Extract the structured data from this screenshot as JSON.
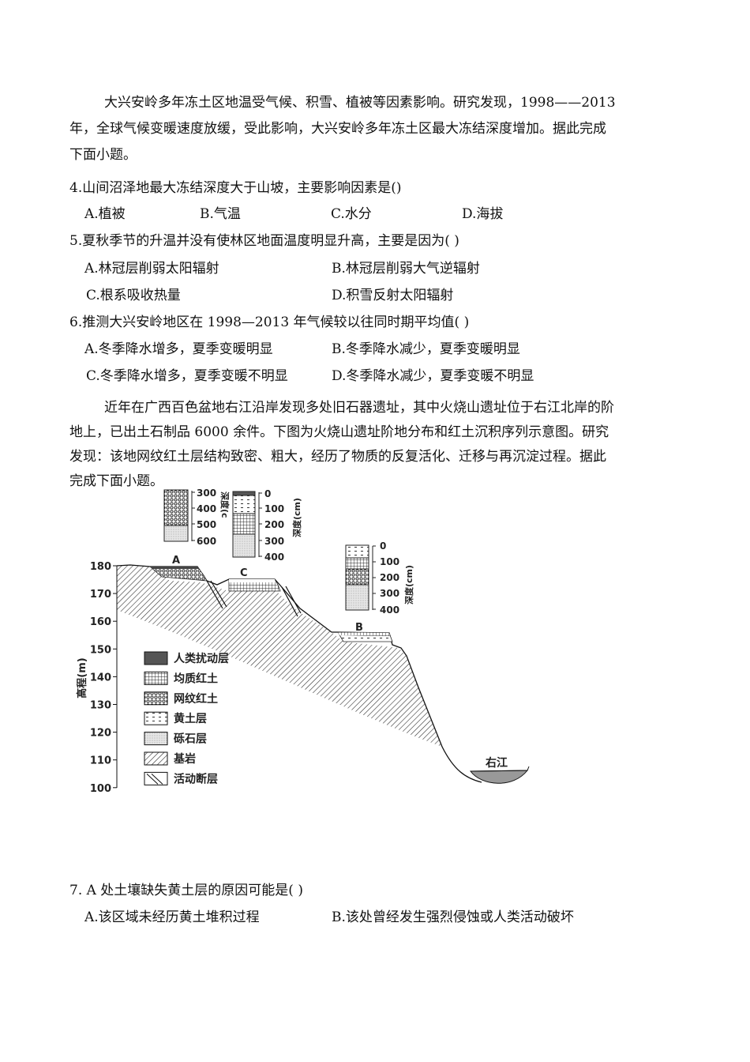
{
  "passage1": [
    "大兴安岭多年冻土区地温受气候、积雪、植被等因素影响。研究发现，1998——2013",
    "年，全球气候变暖速度放缓，受此影响，大兴安岭多年冻土区最大冻结深度增加。据此完成",
    "下面小题。"
  ],
  "q4": {
    "stem": "4.山间沼泽地最大冻结深度大于山坡，主要影响因素是()",
    "options": [
      "A.植被",
      "B.气温",
      "C.水分",
      "D.海拔"
    ]
  },
  "q5": {
    "stem": "5.夏秋季节的升温并没有使林区地面温度明显升高，主要是因为(   )",
    "options": [
      "A.林冠层削弱太阳辐射",
      "B.林冠层削弱大气逆辐射",
      "C.根系吸收热量",
      "D.积雪反射太阳辐射"
    ]
  },
  "q6": {
    "stem": "6.推测大兴安岭地区在 1998—2013 年气候较以往同时期平均值(   )",
    "options": [
      "A.冬季降水增多，夏季变暖明显",
      "B.冬季降水减少，夏季变暖明显",
      "C.冬季降水增多，夏季变暖不明显",
      "D.冬季降水减少，夏季变暖不明显"
    ]
  },
  "passage2": [
    "近年在广西百色盆地右江沿岸发现多处旧石器遗址，其中火烧山遗址位于右江北岸的阶",
    "地上，已出土石制品 6000 余件。下图为火烧山遗址阶地分布和红土沉积序列示意图。研究",
    "发现：该地网纹红土层结构致密、粗大，经历了物质的反复活化、迁移与再沉淀过程。据此",
    "完成下面小题。"
  ],
  "diagram": {
    "y_axis_label": "高程(m)",
    "y_ticks": [
      "180",
      "170",
      "160",
      "150",
      "140",
      "130",
      "120",
      "110",
      "100"
    ],
    "sites": [
      "A",
      "C",
      "B"
    ],
    "river": "右江",
    "column1_ticks": [
      "300",
      "400",
      "500",
      "600"
    ],
    "column1_label": "深度(c",
    "column2_ticks": [
      "0",
      "100",
      "200",
      "300",
      "400"
    ],
    "column2_label": "深度(cm)",
    "column3_ticks": [
      "0",
      "100",
      "200",
      "300",
      "400"
    ],
    "column3_label": "深度(cm)",
    "legend": [
      "人类扰动层",
      "均质红土",
      "网纹红土",
      "黄土层",
      "砾石层",
      "基岩",
      "活动断层"
    ]
  },
  "q7": {
    "stem": "7.  A 处土壤缺失黄土层的原因可能是(   )",
    "options": [
      "A.该区域未经历黄土堆积过程",
      "B.该处曾经发生强烈侵蚀或人类活动破坏"
    ]
  }
}
